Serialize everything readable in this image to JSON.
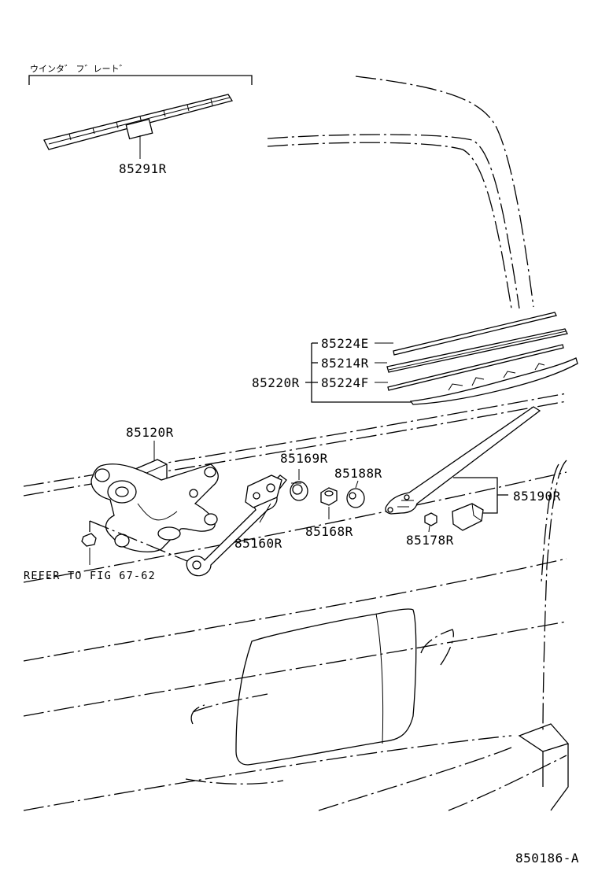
{
  "header_label": "ウインタ゛ フ゛レート゛",
  "figure_id": "850186-A",
  "reference_note": "REFER TO FIG 67-62",
  "parts": {
    "p85291R": "85291R",
    "p85224E": "85224E",
    "p85214R": "85214R",
    "p85220R": "85220R",
    "p85224F": "85224F",
    "p85120R": "85120R",
    "p85169R": "85169R",
    "p85188R": "85188R",
    "p85190R": "85190R",
    "p85160R": "85160R",
    "p85168R": "85168R",
    "p85178R": "85178R"
  },
  "colors": {
    "ink": "#000000",
    "paper": "#ffffff"
  }
}
